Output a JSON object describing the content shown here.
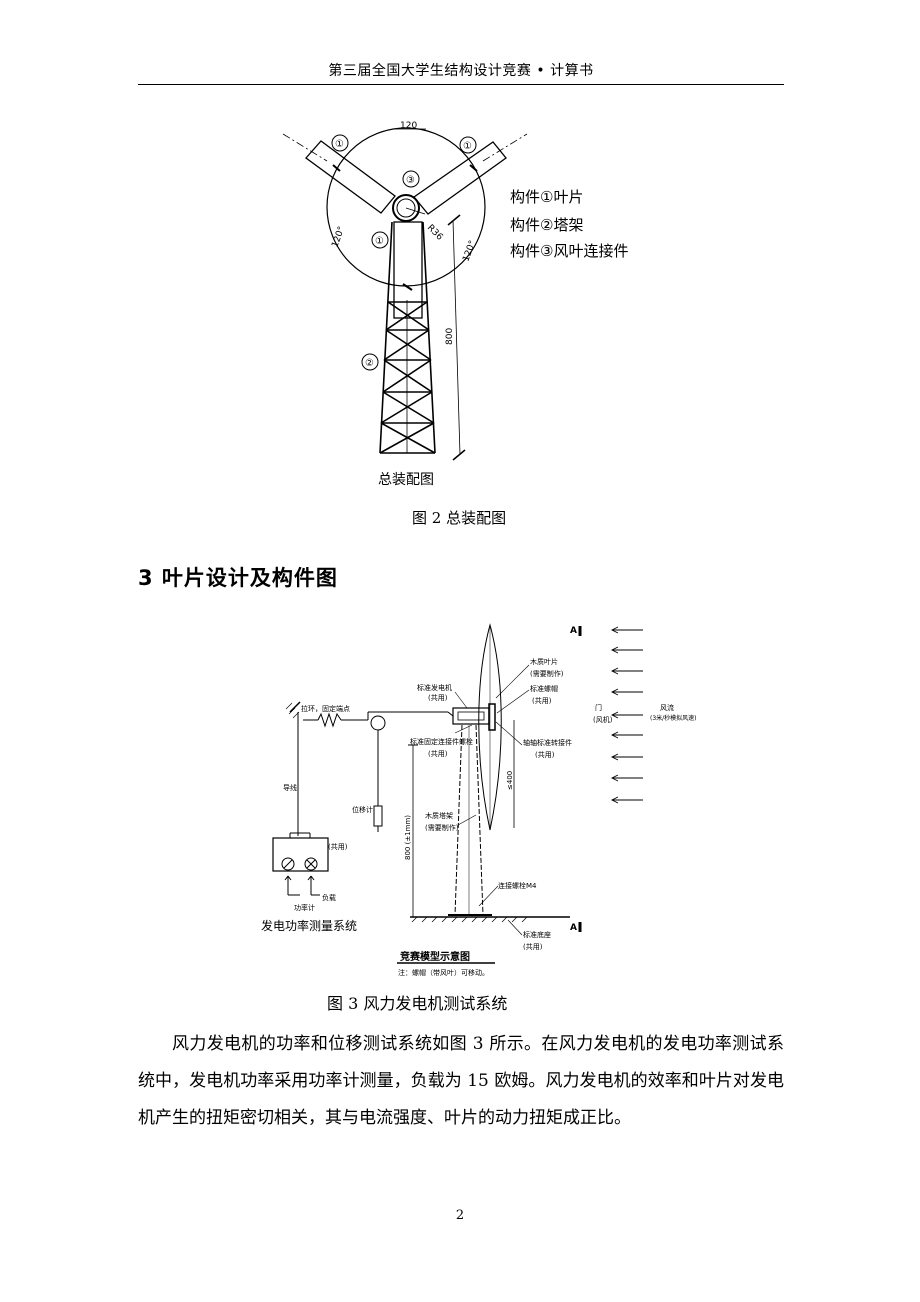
{
  "header": {
    "title": "第三届全国大学生结构设计竞赛 • 计算书"
  },
  "figure2": {
    "dimensions": {
      "width": "120",
      "height": "800",
      "hub": "R36",
      "angle_left": "120°",
      "angle_right": "120°"
    },
    "markers": [
      "①",
      "①",
      "①",
      "②",
      "③"
    ],
    "legend": [
      "构件①叶片",
      "构件②塔架",
      "构件③风叶连接件"
    ],
    "drawing_title": "总装配图",
    "caption": "图 2  总装配图"
  },
  "section": {
    "heading": "3 叶片设计及构件图"
  },
  "figure3": {
    "labels": {
      "anchor": "拉环，固定端点",
      "wire": "导线",
      "generator": "标准发电机",
      "generator_note": "(共用)",
      "blade": "木质叶片",
      "blade_note": "(需要制作)",
      "bolt": "标准螺帽",
      "bolt_note": "(共用)",
      "connector": "标准固定连接件螺栓",
      "connector_note": "(共用)",
      "hub": "轴轴标准转接件",
      "hub_note": "(共用)",
      "displacement": "位移计",
      "tower": "木质塔架",
      "tower_note": "(需要制作)",
      "base_bolt": "连接螺栓M4",
      "base": "标准底座",
      "base_note": "(共用)",
      "meter_note": "(共用)",
      "power_meter": "功率计",
      "load": "负载",
      "measure_system": "发电功率测量系统",
      "height": "800 (±1mm)",
      "radius": "≤400",
      "wind": "风流",
      "wind_note": "(3米/秒模拟风速)",
      "gate": "门",
      "gate_note": "(风机)",
      "section_top": "A",
      "section_bottom": "A",
      "title": "竞赛模型示意图",
      "note": "注：螺帽（带风叶）可移动。"
    },
    "caption": "图  3 风力发电机测试系统"
  },
  "body": {
    "paragraph": "风力发电机的功率和位移测试系统如图 3 所示。在风力发电机的发电功率测试系统中，发电机功率采用功率计测量，负载为 15 欧姆。风力发电机的效率和叶片对发电机产生的扭矩密切相关，其与电流强度、叶片的动力扭矩成正比。"
  },
  "page": {
    "number": "2"
  }
}
